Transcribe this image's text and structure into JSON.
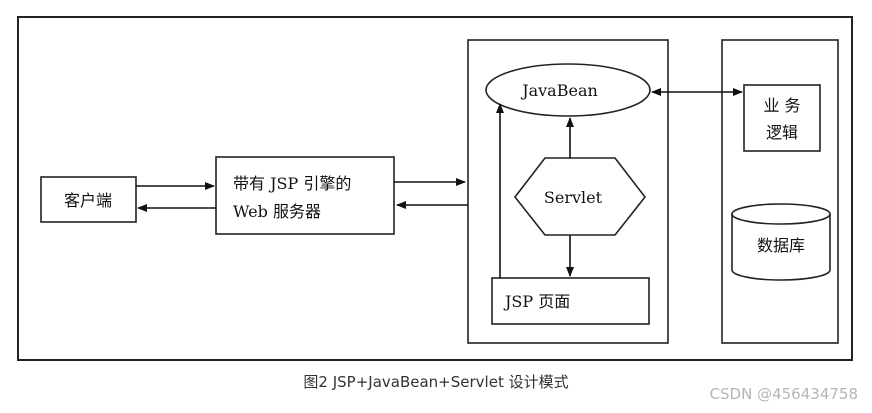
{
  "diagram": {
    "nodes": {
      "client": "客户端",
      "web_server_line1": "带有 JSP 引擎的",
      "web_server_line2": "Web 服务器",
      "javabean": "JavaBean",
      "servlet": "Servlet",
      "jsp_page": "JSP 页面",
      "business_logic_line1": "业 务",
      "business_logic_line2": "逻辑",
      "database": "数据库"
    }
  },
  "caption": "图2 JSP+JavaBean+Servlet 设计模式",
  "watermark": "CSDN @456434758"
}
